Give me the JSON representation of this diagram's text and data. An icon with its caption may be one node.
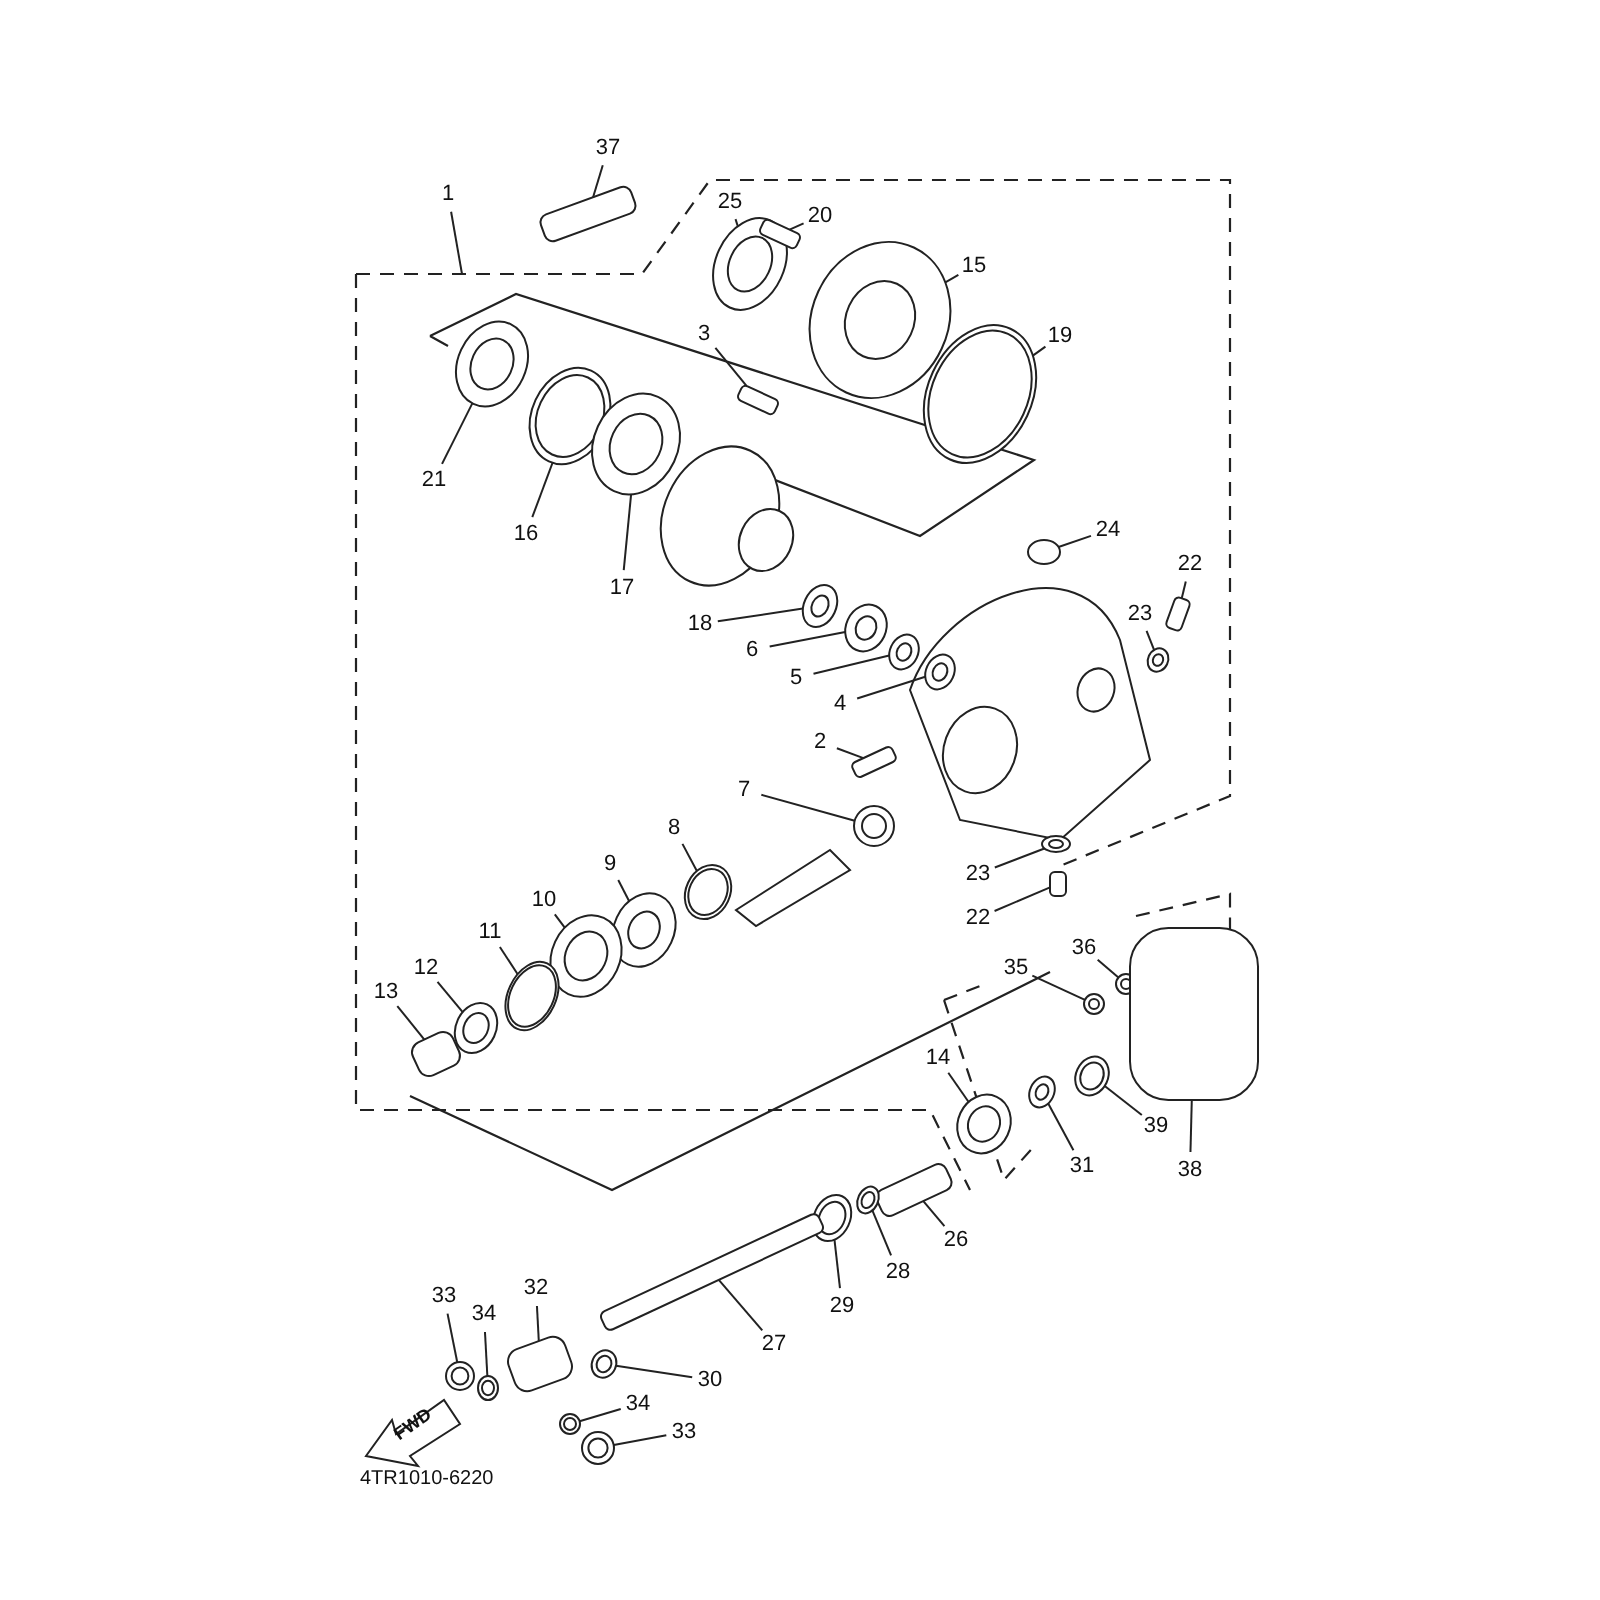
{
  "diagram": {
    "nodes": [
      {
        "text": [
          "1"
        ]
      },
      {
        "text": [
          "37"
        ]
      },
      {
        "text": [
          "25"
        ]
      },
      {
        "text": [
          "20"
        ]
      },
      {
        "text": [
          "15"
        ]
      },
      {
        "text": [
          "19"
        ]
      },
      {
        "text": [
          "3"
        ]
      },
      {
        "text": [
          "21"
        ]
      },
      {
        "text": [
          "16"
        ]
      },
      {
        "text": [
          "17"
        ]
      },
      {
        "text": [
          "24"
        ]
      },
      {
        "text": [
          "18"
        ]
      },
      {
        "text": [
          "22"
        ]
      },
      {
        "text": [
          "23"
        ]
      },
      {
        "text": [
          "6"
        ]
      },
      {
        "text": [
          "5"
        ]
      },
      {
        "text": [
          "4"
        ]
      },
      {
        "text": [
          "2"
        ]
      },
      {
        "text": [
          "7"
        ]
      },
      {
        "text": [
          "8"
        ]
      },
      {
        "text": [
          "9"
        ]
      },
      {
        "text": [
          "10"
        ]
      },
      {
        "text": [
          "23"
        ]
      },
      {
        "text": [
          "22"
        ]
      },
      {
        "text": [
          "36"
        ]
      },
      {
        "text": [
          "11"
        ]
      },
      {
        "text": [
          "12"
        ]
      },
      {
        "text": [
          "35"
        ]
      },
      {
        "text": [
          "13"
        ]
      },
      {
        "text": [
          "14"
        ]
      },
      {
        "text": [
          "39"
        ]
      },
      {
        "text": [
          "31"
        ]
      },
      {
        "text": [
          "38"
        ]
      },
      {
        "text": [
          "26"
        ]
      },
      {
        "text": [
          "28"
        ]
      },
      {
        "text": [
          "29"
        ]
      },
      {
        "text": [
          "27"
        ]
      },
      {
        "text": [
          "32"
        ]
      },
      {
        "text": [
          "33"
        ]
      },
      {
        "text": [
          "34"
        ]
      },
      {
        "text": [
          "30"
        ]
      },
      {
        "text": [
          "34"
        ]
      },
      {
        "text": [
          "33"
        ]
      },
      {
        "text": [],
        "shape": "box"
      },
      {
        "text": [],
        "shape": "picture"
      },
      {
        "text": [],
        "shape": "box"
      },
      {
        "text": [],
        "shape": "picture"
      },
      {
        "text": [],
        "shape": "picture"
      },
      {
        "text": [],
        "shape": "box"
      },
      {
        "text": [],
        "shape": "picture"
      },
      {
        "text": [],
        "shape": "picture"
      },
      {
        "text": [],
        "shape": "picture"
      },
      {
        "text": [],
        "shape": "circle"
      },
      {
        "text": [],
        "shape": "picture"
      },
      {
        "text": [],
        "shape": "box"
      },
      {
        "text": [],
        "shape": "picture"
      },
      {
        "text": [],
        "shape": "picture"
      },
      {
        "text": [],
        "shape": "picture"
      },
      {
        "text": [],
        "shape": "picture"
      },
      {
        "text": [],
        "shape": "box"
      },
      {
        "text": [],
        "shape": "picture"
      },
      {
        "text": [],
        "shape": "picture"
      },
      {
        "text": [],
        "shape": "picture"
      },
      {
        "text": [],
        "shape": "picture"
      },
      {
        "text": [],
        "shape": "picture"
      },
      {
        "text": [],
        "shape": "box"
      },
      {
        "text": [],
        "shape": "picture"
      },
      {
        "text": [],
        "shape": "picture"
      },
      {
        "text": [],
        "shape": "picture"
      },
      {
        "text": [],
        "shape": "picture"
      },
      {
        "text": [],
        "shape": "box"
      },
      {
        "text": [],
        "shape": "picture"
      },
      {
        "text": [],
        "shape": "picture"
      },
      {
        "text": [],
        "shape": "picture"
      },
      {
        "text": [],
        "shape": "box"
      },
      {
        "text": [],
        "shape": "box"
      },
      {
        "text": [],
        "shape": "picture"
      },
      {
        "text": [],
        "shape": "picture"
      },
      {
        "text": [],
        "shape": "box"
      },
      {
        "text": [],
        "shape": "box"
      },
      {
        "text": [],
        "shape": "picture"
      },
      {
        "text": [],
        "shape": "picture"
      },
      {
        "text": [],
        "shape": "picture"
      },
      {
        "text": [],
        "shape": "picture"
      },
      {
        "text": [],
        "shape": "picture"
      }
    ],
    "edges": [
      {
        "from": 0,
        "to": null,
        "arrow": "none"
      },
      {
        "from": 1,
        "to": 43,
        "arrow": "none"
      },
      {
        "from": 2,
        "to": 44,
        "arrow": "none"
      },
      {
        "from": 3,
        "to": 45,
        "arrow": "none"
      },
      {
        "from": 4,
        "to": 46,
        "arrow": "none"
      },
      {
        "from": 5,
        "to": 47,
        "arrow": "none"
      },
      {
        "from": 6,
        "to": 48,
        "arrow": "none"
      },
      {
        "from": 7,
        "to": 49,
        "arrow": "none"
      },
      {
        "from": 8,
        "to": 50,
        "arrow": "none"
      },
      {
        "from": 9,
        "to": 51,
        "arrow": "none"
      },
      {
        "from": 10,
        "to": 52,
        "arrow": "none"
      },
      {
        "from": 11,
        "to": 53,
        "arrow": "none"
      },
      {
        "from": 12,
        "to": 54,
        "arrow": "none"
      },
      {
        "from": 13,
        "to": 55,
        "arrow": "none"
      },
      {
        "from": 14,
        "to": 56,
        "arrow": "none"
      },
      {
        "from": 15,
        "to": 57,
        "arrow": "none"
      },
      {
        "from": 16,
        "to": 58,
        "arrow": "none"
      },
      {
        "from": 17,
        "to": 59,
        "arrow": "none"
      },
      {
        "from": 18,
        "to": 60,
        "arrow": "none"
      },
      {
        "from": 19,
        "to": 61,
        "arrow": "none"
      },
      {
        "from": 20,
        "to": 62,
        "arrow": "none"
      },
      {
        "from": 21,
        "to": 63,
        "arrow": "none"
      },
      {
        "from": 22,
        "to": 64,
        "arrow": "none"
      },
      {
        "from": 23,
        "to": 65,
        "arrow": "none"
      },
      {
        "from": 24,
        "to": 66,
        "arrow": "none"
      },
      {
        "from": 25,
        "to": 67,
        "arrow": "none"
      },
      {
        "from": 26,
        "to": 68,
        "arrow": "none"
      },
      {
        "from": 27,
        "to": 69,
        "arrow": "none"
      },
      {
        "from": 28,
        "to": 70,
        "arrow": "none"
      },
      {
        "from": 29,
        "to": 71,
        "arrow": "none"
      },
      {
        "from": 30,
        "to": 72,
        "arrow": "none"
      },
      {
        "from": 31,
        "to": 73,
        "arrow": "none"
      },
      {
        "from": 32,
        "to": 74,
        "arrow": "none"
      },
      {
        "from": 33,
        "to": 75,
        "arrow": "none"
      },
      {
        "from": 34,
        "to": 76,
        "arrow": "none"
      },
      {
        "from": 35,
        "to": 77,
        "arrow": "none"
      },
      {
        "from": 36,
        "to": 78,
        "arrow": "none"
      },
      {
        "from": 37,
        "to": 79,
        "arrow": "none"
      },
      {
        "from": 38,
        "to": 80,
        "arrow": "none"
      },
      {
        "from": 39,
        "to": 81,
        "arrow": "none"
      },
      {
        "from": 40,
        "to": 82,
        "arrow": "none"
      },
      {
        "from": 41,
        "to": 83,
        "arrow": "none"
      },
      {
        "from": 42,
        "to": 84,
        "arrow": "none"
      }
    ],
    "labels": [
      "FWD",
      "4TR1010-6220"
    ]
  }
}
